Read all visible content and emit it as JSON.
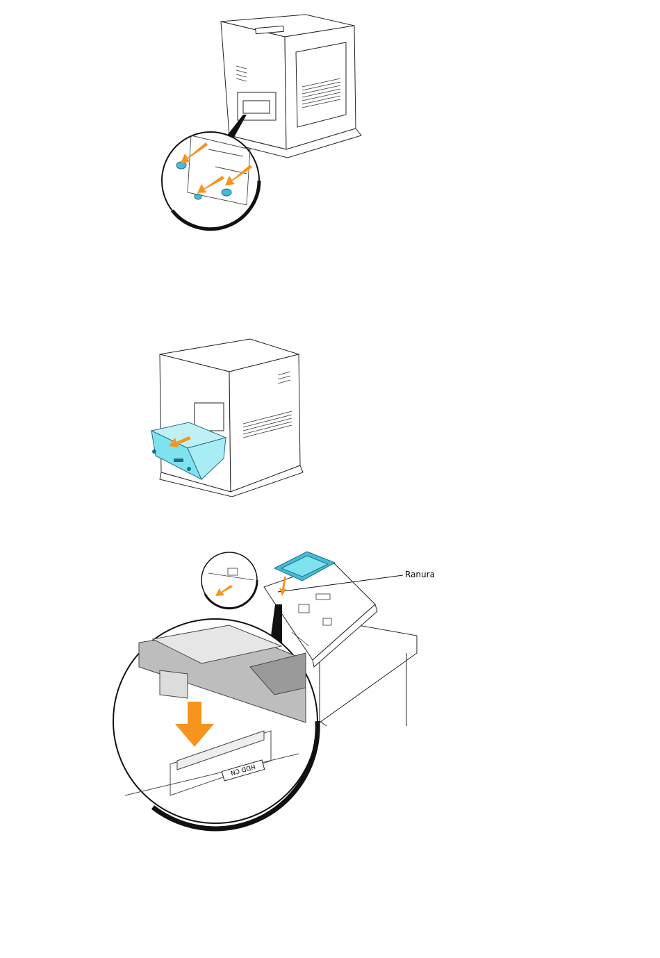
{
  "figures": [
    {
      "id": "remove-screws",
      "arrow_color": "#f7941d",
      "part_color": "#44bcd8"
    },
    {
      "id": "pull-out-controller-board",
      "arrow_color": "#f7941d",
      "part_color": "#7fe3ef"
    },
    {
      "id": "insert-hard-disk",
      "arrow_color": "#f7941d",
      "part_color": "#44bcd8",
      "callout_label": "Ranura",
      "connector_label": "HDD CN"
    }
  ]
}
